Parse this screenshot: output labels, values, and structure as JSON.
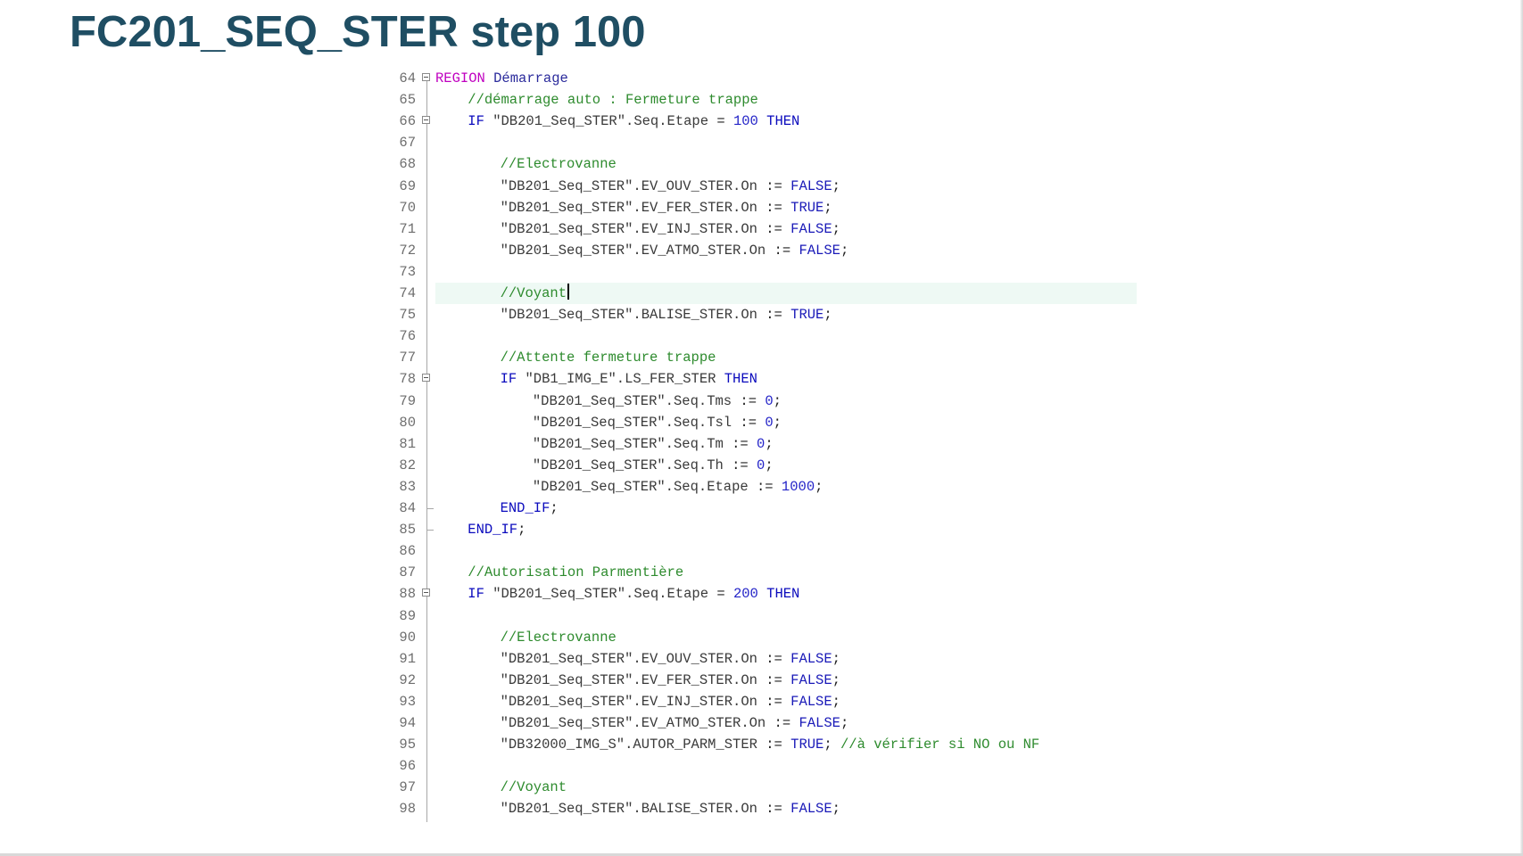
{
  "slide": {
    "title": "FC201_SEQ_STER step 100"
  },
  "editor": {
    "cursor_line": 74,
    "lines": [
      {
        "n": "64",
        "fold": "open",
        "indent": 0,
        "tokens": [
          {
            "t": "REGION",
            "k": "region"
          },
          {
            "t": " Démarrage",
            "k": "plain"
          }
        ]
      },
      {
        "n": "65",
        "fold": "",
        "indent": 1,
        "tokens": [
          {
            "t": "//démarrage auto : Fermeture trappe",
            "k": "comment"
          }
        ]
      },
      {
        "n": "66",
        "fold": "open",
        "indent": 1,
        "tokens": [
          {
            "t": "IF ",
            "k": "kw"
          },
          {
            "t": "\"DB201_Seq_STER\".Seq.Etape",
            "k": "str"
          },
          {
            "t": " = ",
            "k": "op"
          },
          {
            "t": "100",
            "k": "num"
          },
          {
            "t": " THEN",
            "k": "kw"
          }
        ]
      },
      {
        "n": "67",
        "fold": "",
        "indent": 0,
        "tokens": []
      },
      {
        "n": "68",
        "fold": "",
        "indent": 2,
        "tokens": [
          {
            "t": "//Electrovanne",
            "k": "comment"
          }
        ]
      },
      {
        "n": "69",
        "fold": "",
        "indent": 2,
        "tokens": [
          {
            "t": "\"DB201_Seq_STER\".EV_OUV_STER.On",
            "k": "str"
          },
          {
            "t": " := ",
            "k": "op"
          },
          {
            "t": "FALSE",
            "k": "const"
          },
          {
            "t": ";",
            "k": "op"
          }
        ]
      },
      {
        "n": "70",
        "fold": "",
        "indent": 2,
        "tokens": [
          {
            "t": "\"DB201_Seq_STER\".EV_FER_STER.On",
            "k": "str"
          },
          {
            "t": " := ",
            "k": "op"
          },
          {
            "t": "TRUE",
            "k": "const"
          },
          {
            "t": ";",
            "k": "op"
          }
        ]
      },
      {
        "n": "71",
        "fold": "",
        "indent": 2,
        "tokens": [
          {
            "t": "\"DB201_Seq_STER\".EV_INJ_STER.On",
            "k": "str"
          },
          {
            "t": " := ",
            "k": "op"
          },
          {
            "t": "FALSE",
            "k": "const"
          },
          {
            "t": ";",
            "k": "op"
          }
        ]
      },
      {
        "n": "72",
        "fold": "",
        "indent": 2,
        "tokens": [
          {
            "t": "\"DB201_Seq_STER\".EV_ATMO_STER.On",
            "k": "str"
          },
          {
            "t": " := ",
            "k": "op"
          },
          {
            "t": "FALSE",
            "k": "const"
          },
          {
            "t": ";",
            "k": "op"
          }
        ]
      },
      {
        "n": "73",
        "fold": "",
        "indent": 0,
        "tokens": []
      },
      {
        "n": "74",
        "fold": "",
        "indent": 2,
        "tokens": [
          {
            "t": "//Voyant",
            "k": "comment"
          }
        ]
      },
      {
        "n": "75",
        "fold": "",
        "indent": 2,
        "tokens": [
          {
            "t": "\"DB201_Seq_STER\".BALISE_STER.On",
            "k": "str"
          },
          {
            "t": " := ",
            "k": "op"
          },
          {
            "t": "TRUE",
            "k": "const"
          },
          {
            "t": ";",
            "k": "op"
          }
        ]
      },
      {
        "n": "76",
        "fold": "",
        "indent": 0,
        "tokens": []
      },
      {
        "n": "77",
        "fold": "",
        "indent": 2,
        "tokens": [
          {
            "t": "//Attente fermeture trappe",
            "k": "comment"
          }
        ]
      },
      {
        "n": "78",
        "fold": "open",
        "indent": 2,
        "tokens": [
          {
            "t": "IF ",
            "k": "kw"
          },
          {
            "t": "\"DB1_IMG_E\".LS_FER_STER",
            "k": "str"
          },
          {
            "t": " THEN",
            "k": "kw"
          }
        ]
      },
      {
        "n": "79",
        "fold": "",
        "indent": 3,
        "tokens": [
          {
            "t": "\"DB201_Seq_STER\".Seq.Tms",
            "k": "str"
          },
          {
            "t": " := ",
            "k": "op"
          },
          {
            "t": "0",
            "k": "num"
          },
          {
            "t": ";",
            "k": "op"
          }
        ]
      },
      {
        "n": "80",
        "fold": "",
        "indent": 3,
        "tokens": [
          {
            "t": "\"DB201_Seq_STER\".Seq.Tsl",
            "k": "str"
          },
          {
            "t": " := ",
            "k": "op"
          },
          {
            "t": "0",
            "k": "num"
          },
          {
            "t": ";",
            "k": "op"
          }
        ]
      },
      {
        "n": "81",
        "fold": "",
        "indent": 3,
        "tokens": [
          {
            "t": "\"DB201_Seq_STER\".Seq.Tm",
            "k": "str"
          },
          {
            "t": " := ",
            "k": "op"
          },
          {
            "t": "0",
            "k": "num"
          },
          {
            "t": ";",
            "k": "op"
          }
        ]
      },
      {
        "n": "82",
        "fold": "",
        "indent": 3,
        "tokens": [
          {
            "t": "\"DB201_Seq_STER\".Seq.Th",
            "k": "str"
          },
          {
            "t": " := ",
            "k": "op"
          },
          {
            "t": "0",
            "k": "num"
          },
          {
            "t": ";",
            "k": "op"
          }
        ]
      },
      {
        "n": "83",
        "fold": "",
        "indent": 3,
        "tokens": [
          {
            "t": "\"DB201_Seq_STER\".Seq.Etape",
            "k": "str"
          },
          {
            "t": " := ",
            "k": "op"
          },
          {
            "t": "1000",
            "k": "num"
          },
          {
            "t": ";",
            "k": "op"
          }
        ]
      },
      {
        "n": "84",
        "fold": "end",
        "indent": 2,
        "tokens": [
          {
            "t": "END_IF",
            "k": "kw"
          },
          {
            "t": ";",
            "k": "op"
          }
        ]
      },
      {
        "n": "85",
        "fold": "end",
        "indent": 1,
        "tokens": [
          {
            "t": "END_IF",
            "k": "kw"
          },
          {
            "t": ";",
            "k": "op"
          }
        ]
      },
      {
        "n": "86",
        "fold": "",
        "indent": 0,
        "tokens": []
      },
      {
        "n": "87",
        "fold": "",
        "indent": 1,
        "tokens": [
          {
            "t": "//Autorisation Parmentière",
            "k": "comment"
          }
        ]
      },
      {
        "n": "88",
        "fold": "open",
        "indent": 1,
        "tokens": [
          {
            "t": "IF ",
            "k": "kw"
          },
          {
            "t": "\"DB201_Seq_STER\".Seq.Etape",
            "k": "str"
          },
          {
            "t": " = ",
            "k": "op"
          },
          {
            "t": "200",
            "k": "num"
          },
          {
            "t": " THEN",
            "k": "kw"
          }
        ]
      },
      {
        "n": "89",
        "fold": "",
        "indent": 0,
        "tokens": []
      },
      {
        "n": "90",
        "fold": "",
        "indent": 2,
        "tokens": [
          {
            "t": "//Electrovanne",
            "k": "comment"
          }
        ]
      },
      {
        "n": "91",
        "fold": "",
        "indent": 2,
        "tokens": [
          {
            "t": "\"DB201_Seq_STER\".EV_OUV_STER.On",
            "k": "str"
          },
          {
            "t": " := ",
            "k": "op"
          },
          {
            "t": "FALSE",
            "k": "const"
          },
          {
            "t": ";",
            "k": "op"
          }
        ]
      },
      {
        "n": "92",
        "fold": "",
        "indent": 2,
        "tokens": [
          {
            "t": "\"DB201_Seq_STER\".EV_FER_STER.On",
            "k": "str"
          },
          {
            "t": " := ",
            "k": "op"
          },
          {
            "t": "FALSE",
            "k": "const"
          },
          {
            "t": ";",
            "k": "op"
          }
        ]
      },
      {
        "n": "93",
        "fold": "",
        "indent": 2,
        "tokens": [
          {
            "t": "\"DB201_Seq_STER\".EV_INJ_STER.On",
            "k": "str"
          },
          {
            "t": " := ",
            "k": "op"
          },
          {
            "t": "FALSE",
            "k": "const"
          },
          {
            "t": ";",
            "k": "op"
          }
        ]
      },
      {
        "n": "94",
        "fold": "",
        "indent": 2,
        "tokens": [
          {
            "t": "\"DB201_Seq_STER\".EV_ATMO_STER.On",
            "k": "str"
          },
          {
            "t": " := ",
            "k": "op"
          },
          {
            "t": "FALSE",
            "k": "const"
          },
          {
            "t": ";",
            "k": "op"
          }
        ]
      },
      {
        "n": "95",
        "fold": "",
        "indent": 2,
        "tokens": [
          {
            "t": "\"DB32000_IMG_S\".AUTOR_PARM_STER",
            "k": "str"
          },
          {
            "t": " := ",
            "k": "op"
          },
          {
            "t": "TRUE",
            "k": "const"
          },
          {
            "t": "; ",
            "k": "op"
          },
          {
            "t": "//à vérifier si NO ou NF",
            "k": "comment"
          }
        ]
      },
      {
        "n": "96",
        "fold": "",
        "indent": 0,
        "tokens": []
      },
      {
        "n": "97",
        "fold": "",
        "indent": 2,
        "tokens": [
          {
            "t": "//Voyant",
            "k": "comment"
          }
        ]
      },
      {
        "n": "98",
        "fold": "",
        "indent": 2,
        "tokens": [
          {
            "t": "\"DB201_Seq_STER\".BALISE_STER.On",
            "k": "str"
          },
          {
            "t": " := ",
            "k": "op"
          },
          {
            "t": "FALSE",
            "k": "const"
          },
          {
            "t": ";",
            "k": "op"
          }
        ]
      }
    ]
  }
}
